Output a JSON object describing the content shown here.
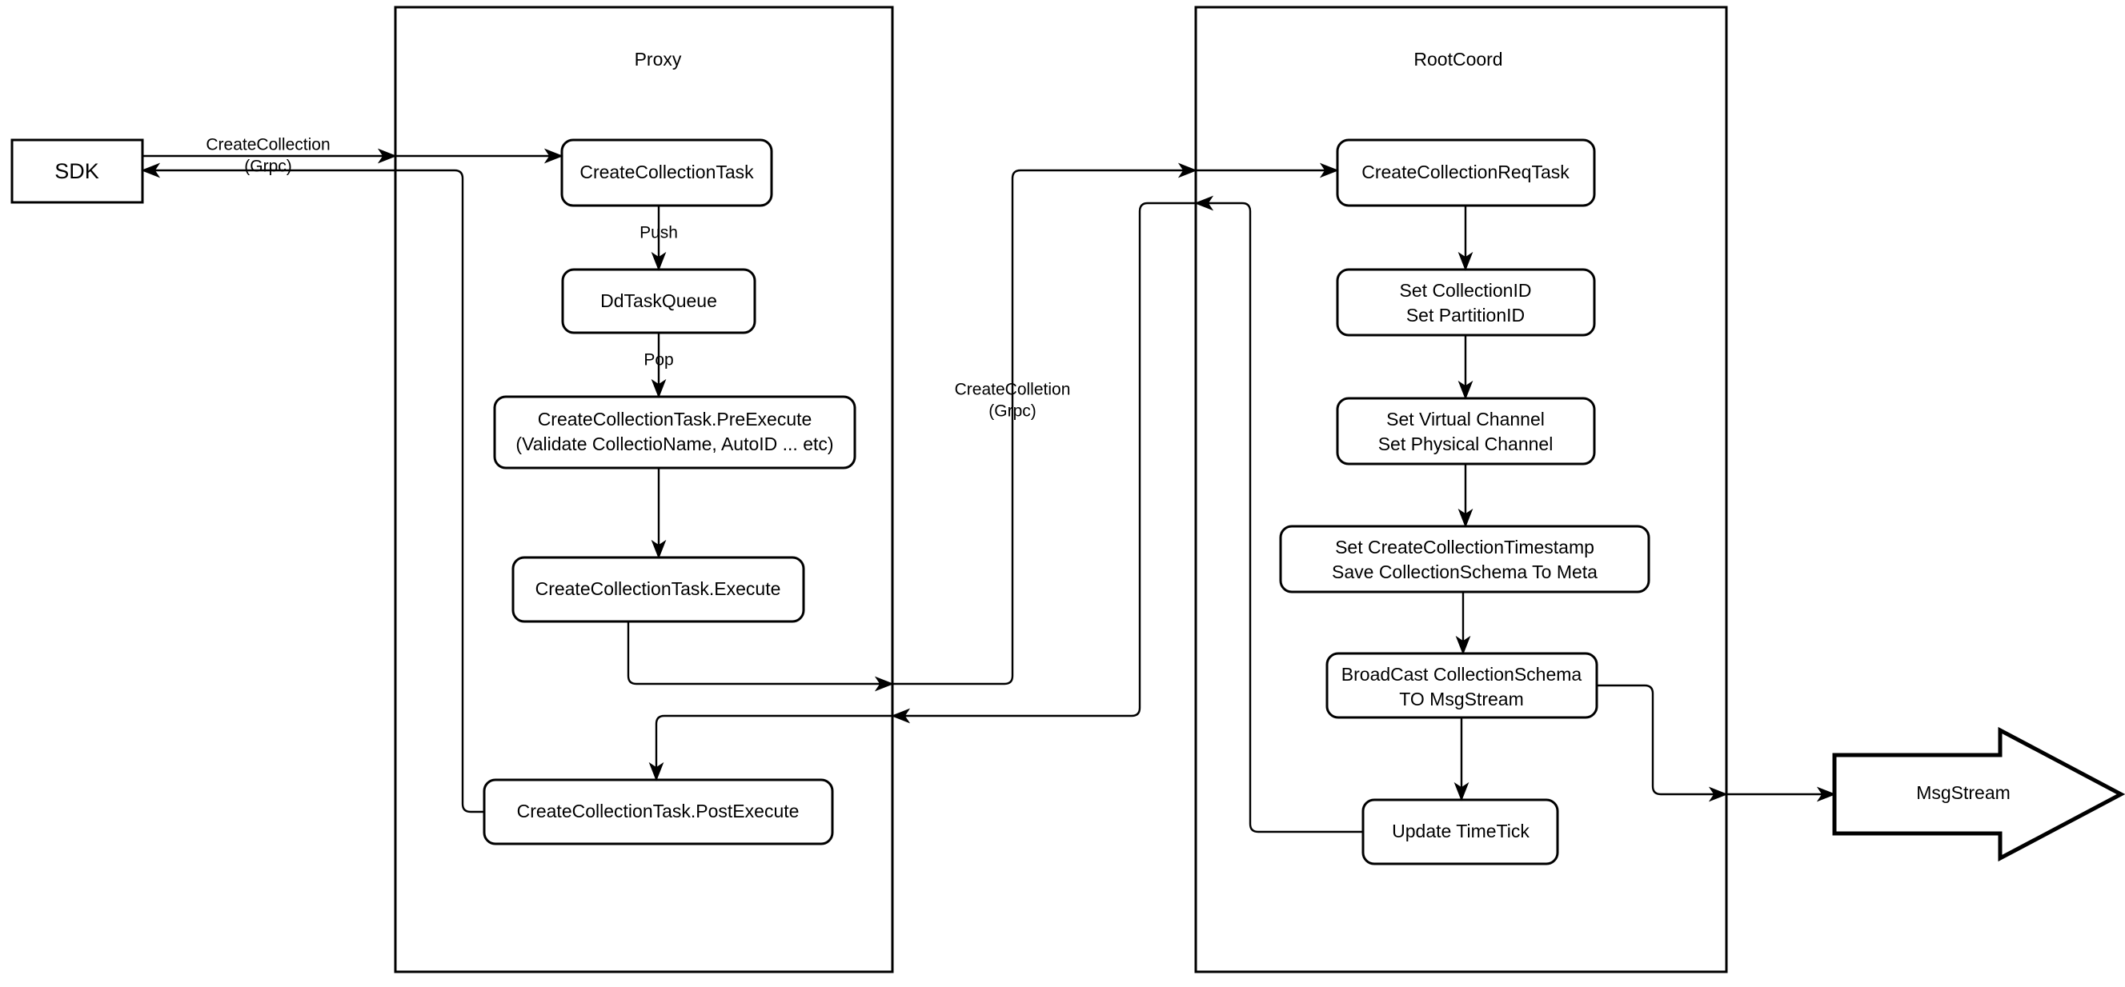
{
  "diagram": {
    "title": "CreateCollection flow",
    "colors": {
      "stroke": "#000000",
      "fill": "#ffffff",
      "text": "#000000"
    },
    "lanes": [
      {
        "id": "proxy",
        "title": "Proxy"
      },
      {
        "id": "rootcoord",
        "title": "RootCoord"
      }
    ],
    "external": {
      "sdk": {
        "label": "SDK"
      },
      "msgstream": {
        "label": "MsgStream"
      }
    },
    "proxy_nodes": [
      {
        "id": "create-collection-task",
        "lines": [
          "CreateCollectionTask"
        ]
      },
      {
        "id": "dd-task-queue",
        "lines": [
          "DdTaskQueue"
        ]
      },
      {
        "id": "pre-execute",
        "lines": [
          "CreateCollectionTask.PreExecute",
          "(Validate CollectioName, AutoID ... etc)"
        ]
      },
      {
        "id": "execute",
        "lines": [
          "CreateCollectionTask.Execute"
        ]
      },
      {
        "id": "post-execute",
        "lines": [
          "CreateCollectionTask.PostExecute"
        ]
      }
    ],
    "rootcoord_nodes": [
      {
        "id": "create-collection-req-task",
        "lines": [
          "CreateCollectionReqTask"
        ]
      },
      {
        "id": "set-ids",
        "lines": [
          "Set CollectionID",
          "Set PartitionID"
        ]
      },
      {
        "id": "set-channels",
        "lines": [
          "Set Virtual Channel",
          "Set Physical Channel"
        ]
      },
      {
        "id": "set-timestamp",
        "lines": [
          "Set CreateCollectionTimestamp",
          "Save CollectionSchema To Meta"
        ]
      },
      {
        "id": "broadcast",
        "lines": [
          "BroadCast CollectionSchema",
          "TO MsgStream"
        ]
      },
      {
        "id": "update-timetick",
        "lines": [
          "Update TimeTick"
        ]
      }
    ],
    "edge_labels": [
      {
        "id": "sdk-to-proxy",
        "lines": [
          "CreateCollection",
          "(Grpc)"
        ]
      },
      {
        "id": "task-to-queue",
        "lines": [
          "Push"
        ]
      },
      {
        "id": "queue-to-preexecute",
        "lines": [
          "Pop"
        ]
      },
      {
        "id": "proxy-to-rootcoord",
        "lines": [
          "CreateColletion",
          "(Grpc)"
        ]
      }
    ]
  }
}
